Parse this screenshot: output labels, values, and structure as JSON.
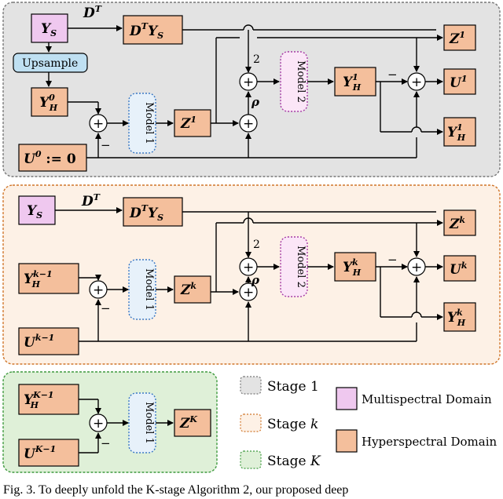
{
  "stage1": {
    "ys": "Y",
    "ys_sub": "S",
    "dt": "D",
    "dt_sup": "T",
    "dtys": "D",
    "dtys_sup": "T",
    "dtys_y": "Y",
    "dtys_sub": "S",
    "upsample": "Upsample",
    "yh0": "Y",
    "yh0_sub": "H",
    "yh0_sup": "0",
    "u0": "U",
    "u0_sup": "0",
    "u0_rest": " := 0",
    "model1": "Model 1",
    "model2": "Model 2",
    "z1": "Z",
    "z1_sup": "1",
    "yh1": "Y",
    "yh1_sub": "H",
    "yh1_sup": "1",
    "z1_out": "Z",
    "z1_out_sup": "1",
    "u1_out": "U",
    "u1_out_sup": "1",
    "yh1_out": "Y",
    "yh1_out_sub": "H",
    "yh1_out_sup": "1",
    "two": "2",
    "rho": "ρ",
    "minus": "−"
  },
  "stagek": {
    "ys": "Y",
    "ys_sub": "S",
    "dt": "D",
    "dt_sup": "T",
    "dtys": "D",
    "dtys_sup": "T",
    "dtys_y": "Y",
    "dtys_sub": "S",
    "yhk1": "Y",
    "yhk1_sub": "H",
    "yhk1_sup": "k−1",
    "uk1": "U",
    "uk1_sup": "k−1",
    "model1": "Model 1",
    "model2": "Model 2",
    "zk": "Z",
    "zk_sup": "k",
    "yhk": "Y",
    "yhk_sub": "H",
    "yhk_sup": "k",
    "zk_out": "Z",
    "zk_out_sup": "k",
    "uk_out": "U",
    "uk_out_sup": "k",
    "yhk_out": "Y",
    "yhk_out_sub": "H",
    "yhk_out_sup": "k",
    "two": "2",
    "rho": "ρ",
    "minus": "−"
  },
  "stageK": {
    "yhK1": "Y",
    "yhK1_sub": "H",
    "yhK1_sup": "K−1",
    "uK1": "U",
    "uK1_sup": "K−1",
    "model1": "Model 1",
    "zK": "Z",
    "zK_sup": "K",
    "minus": "−"
  },
  "legend": {
    "stage1": "Stage 1",
    "stagek": "Stage ",
    "stagek_var": "k",
    "stageK": "Stage ",
    "stageK_var": "K",
    "multi": "Multispectral Domain",
    "hyper": "Hyperspectral Domain"
  },
  "caption": "Fig. 3.   To deeply unfold the K-stage Algorithm 2, our proposed deep",
  "colors": {
    "stage1_bg": "#e3e3e3",
    "stagek_bg": "#fdf1e6",
    "stageK_bg": "#dff0d8",
    "multi": "#efc8ef",
    "hyper": "#f4bf9c",
    "upsample": "#bfe0f2",
    "model1_bg": "#e7f1fa",
    "model2_bg": "#fbe6f7"
  }
}
